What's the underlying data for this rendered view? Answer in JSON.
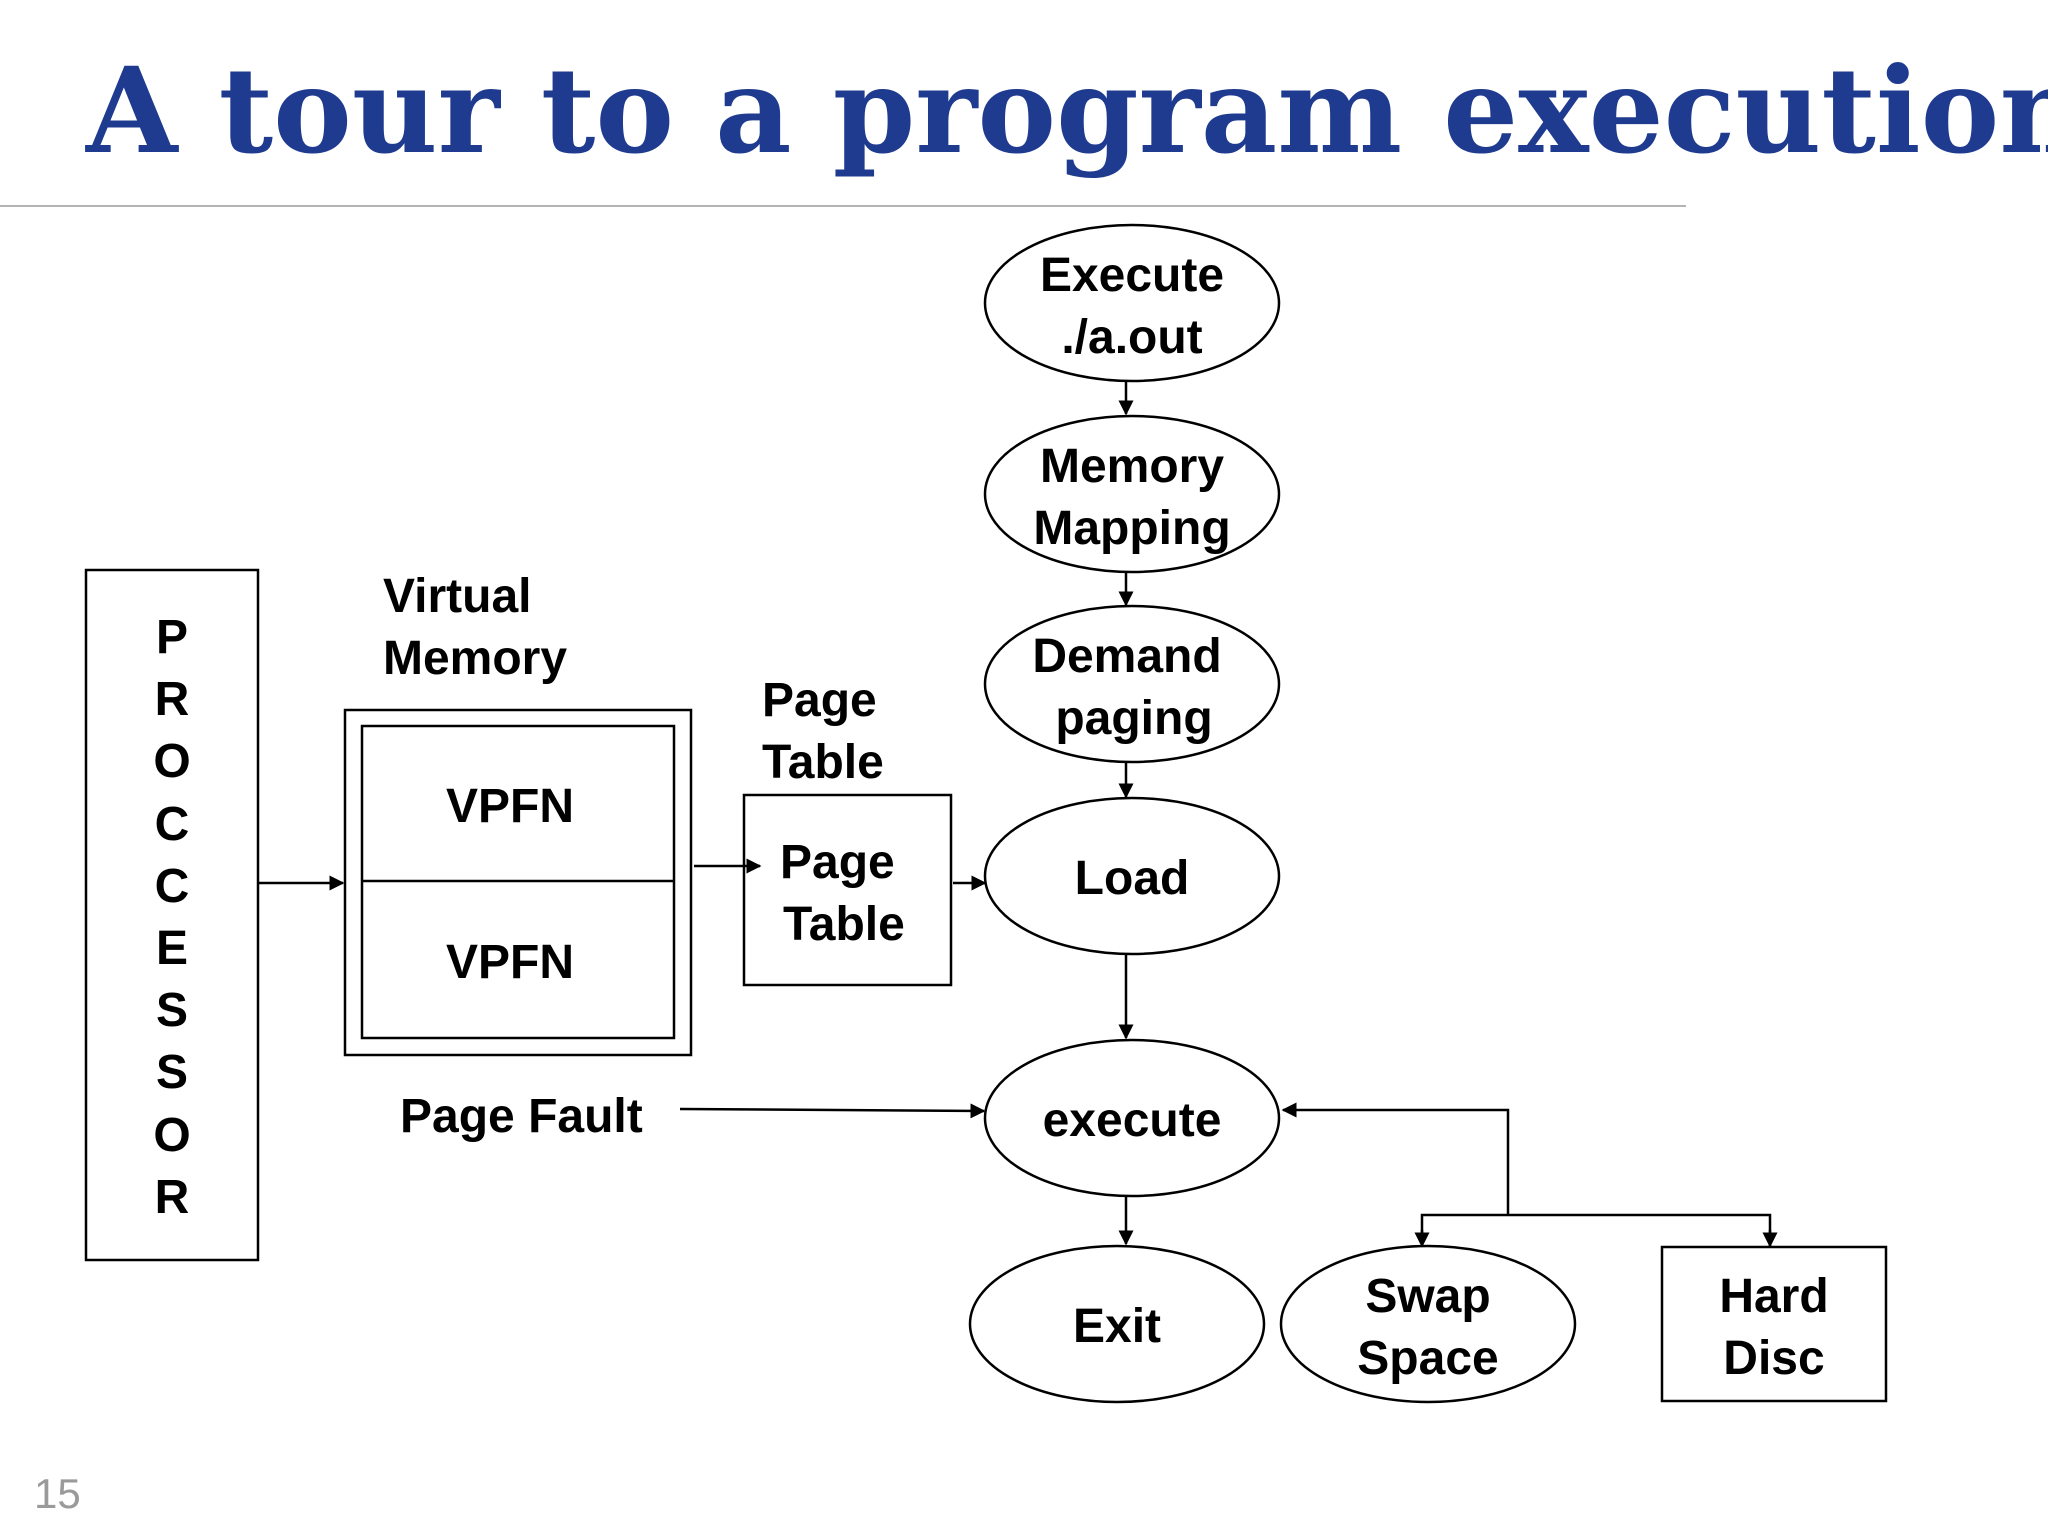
{
  "slide": {
    "title": "A tour to a program execution",
    "page_number": "15"
  },
  "colors": {
    "title": "#1f3b8f",
    "page_number": "#9a9a9a",
    "rule": "#b4b4b4"
  },
  "diagram": {
    "processor_letters": [
      "P",
      "R",
      "O",
      "C",
      "C",
      "E",
      "S",
      "S",
      "O",
      "R"
    ],
    "virtual_memory_label": [
      "Virtual",
      "Memory"
    ],
    "vpfn_rows": [
      "VPFN",
      "VPFN"
    ],
    "page_table_label": [
      "Page",
      "Table"
    ],
    "page_table_box": [
      "Page",
      "Table"
    ],
    "page_fault": "Page Fault",
    "nodes": {
      "execute_aout": [
        "Execute",
        "./a.out"
      ],
      "memory_mapping": [
        "Memory",
        "Mapping"
      ],
      "demand_paging": [
        "Demand",
        "paging"
      ],
      "load": "Load",
      "execute": "execute",
      "exit": "Exit",
      "swap_space": [
        "Swap",
        "Space"
      ],
      "hard_disc": [
        "Hard",
        "Disc"
      ]
    }
  }
}
